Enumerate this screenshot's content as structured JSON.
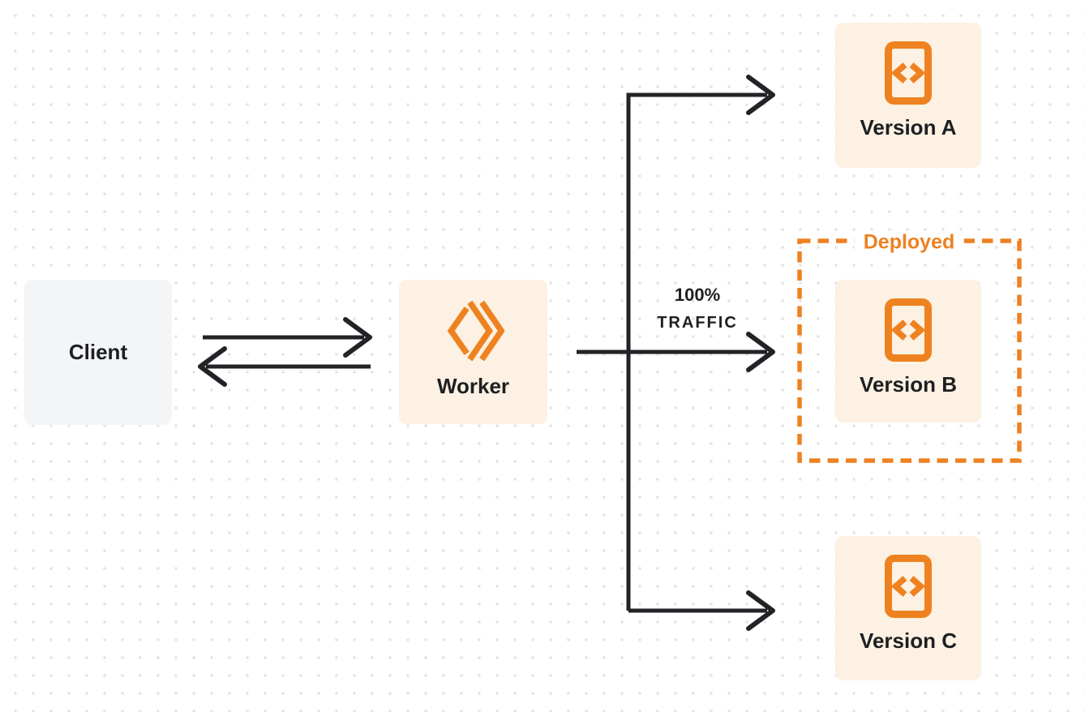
{
  "nodes": {
    "client": {
      "label": "Client"
    },
    "worker": {
      "label": "Worker"
    },
    "version_a": {
      "label": "Version A"
    },
    "version_b": {
      "label": "Version B"
    },
    "version_c": {
      "label": "Version C"
    }
  },
  "annotations": {
    "deployed_label": "Deployed",
    "traffic_percent": "100%",
    "traffic_word": "TRAFFIC"
  },
  "icons": {
    "worker": "cloudflare-workers-logo",
    "version": "code-file-icon"
  },
  "colors": {
    "accent_orange": "#EF8220",
    "node_cream": "#FCF1E2",
    "node_gray": "#F4F5F6",
    "ink": "#1D1F22",
    "arrow": "#212327",
    "dot_grid": "#E3E3E4",
    "background": "#FFFFFF"
  }
}
